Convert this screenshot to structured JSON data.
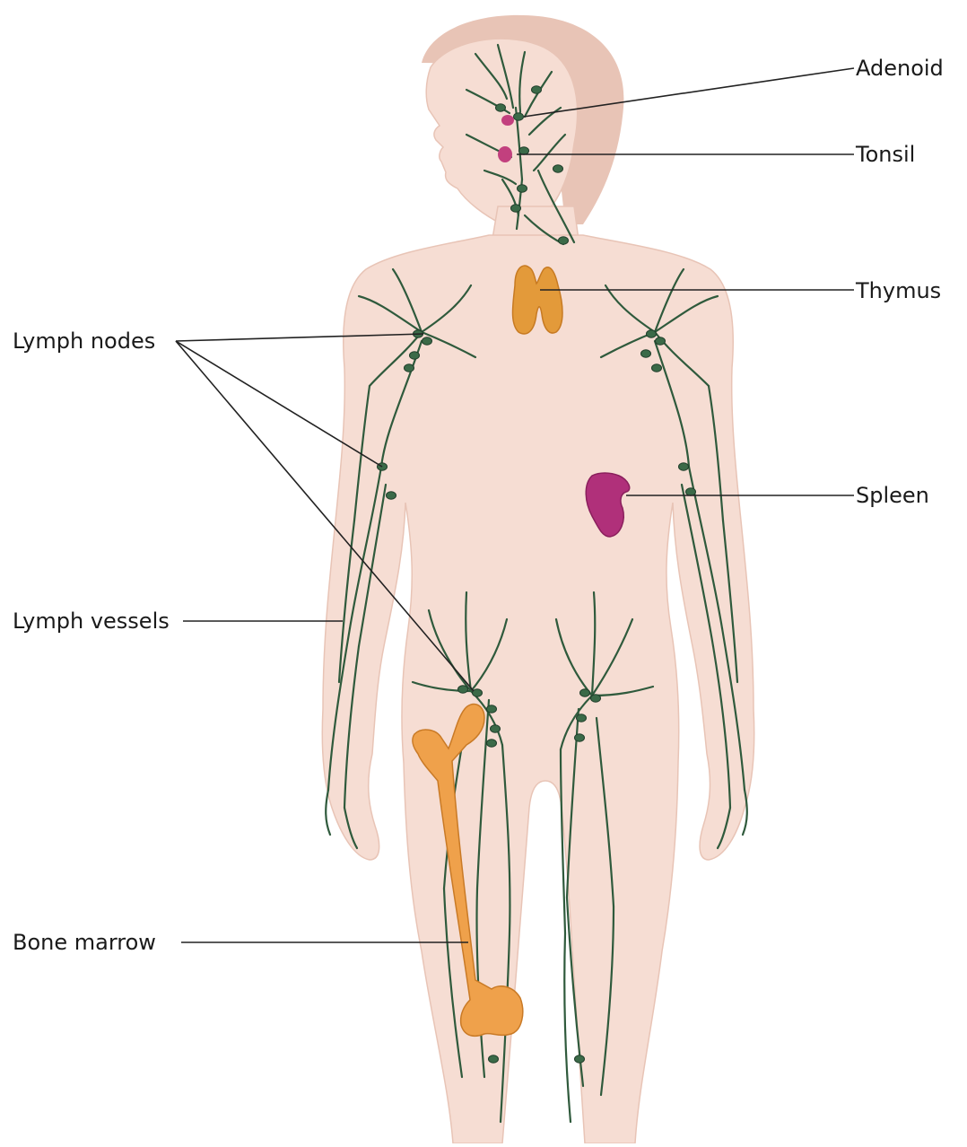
{
  "labels": {
    "adenoid": "Adenoid",
    "tonsil": "Tonsil",
    "thymus": "Thymus",
    "spleen": "Spleen",
    "lymph_nodes": "Lymph nodes",
    "lymph_vessels": "Lymph vessels",
    "bone_marrow": "Bone marrow"
  },
  "colors": {
    "skin": "#f6ddd3",
    "skin_edge": "#e8c4b6",
    "vessel": "#2f5a3c",
    "node": "#3b6a48",
    "thymus": "#e39a3a",
    "bone": "#efa14b",
    "spleen": "#b0307a",
    "tonsil": "#c2407e",
    "leader": "#222222"
  }
}
